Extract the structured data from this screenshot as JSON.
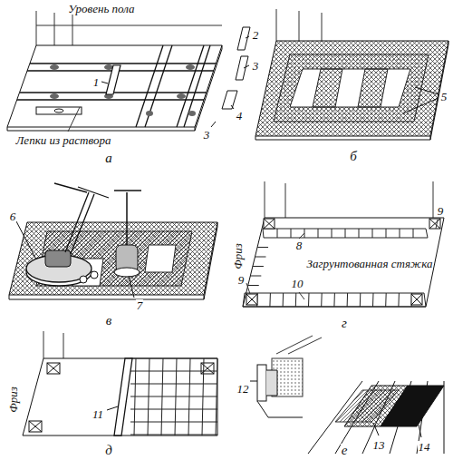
{
  "diagram": {
    "labels": [
      "Уровень пола",
      "1",
      "2",
      "3",
      "4",
      "3",
      "Лепки из раствора",
      "а",
      "5",
      "б",
      "6",
      "7",
      "в",
      "Фриз",
      "9",
      "8",
      "9",
      "Загрунтованная стяжка",
      "10",
      "г",
      "Фриз",
      "11",
      "д",
      "12",
      "13",
      "14",
      "е"
    ]
  }
}
